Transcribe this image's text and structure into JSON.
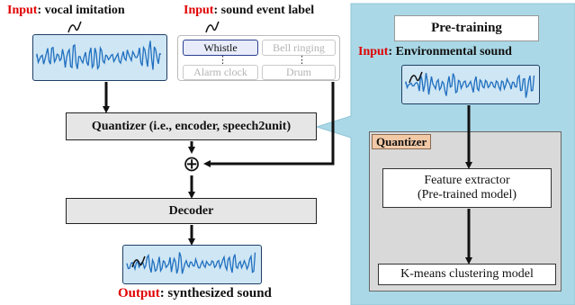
{
  "left": {
    "input_vocal": {
      "prefix": "Input",
      "text": ": vocal imitation"
    },
    "input_label": {
      "prefix": "Input",
      "text": ": sound event label"
    },
    "labels": [
      "Whistle",
      "Bell ringing",
      "Alarm clock",
      "Drum"
    ],
    "dots": "⋮",
    "quantizer": "Quantizer (i.e., encoder, speech2unit)",
    "plus": "⊕",
    "decoder": "Decoder",
    "output": {
      "prefix": "Output",
      "text": ": synthesized sound"
    }
  },
  "right": {
    "title": "Pre-training",
    "input_env": {
      "prefix": "Input",
      "text": ": Environmental sound"
    },
    "quantizer_tag": "Quantizer",
    "feature_extractor": "Feature extractor",
    "feature_extractor_sub": "(Pre-trained model)",
    "kmeans": "K-means clustering model"
  },
  "colors": {
    "accent_red": "#e00000",
    "panel_blue": "#aad8e6",
    "wave_fill": "#cfe6f4",
    "wave_line": "#1f6fbf",
    "quantizer_tag_fill": "#f2c9a7"
  }
}
